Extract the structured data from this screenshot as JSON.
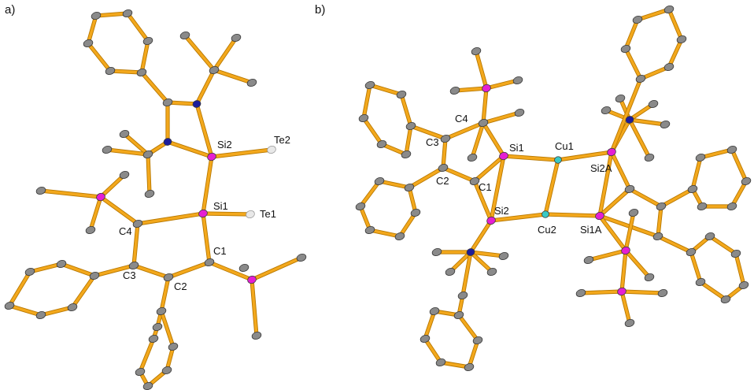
{
  "colors": {
    "bond": "#F3A81C",
    "bond_outline": "#B87800",
    "carbon": "#8A8A8A",
    "silicon": "#E51FD3",
    "nitrogen": "#1D1D9A",
    "tellurium": "#E8E8E8",
    "copper": "#39C9C5"
  },
  "panels": [
    {
      "key": "a",
      "label": "a)",
      "atom_labels": [
        "Si2",
        "Te2",
        "Si1",
        "Te1",
        "C4",
        "C1",
        "C3",
        "C2"
      ]
    },
    {
      "key": "b",
      "label": "b)",
      "atom_labels": [
        "C4",
        "C3",
        "Si1",
        "Cu1",
        "Si2A",
        "C2",
        "C1",
        "Si2",
        "Cu2",
        "Si1A"
      ]
    }
  ]
}
